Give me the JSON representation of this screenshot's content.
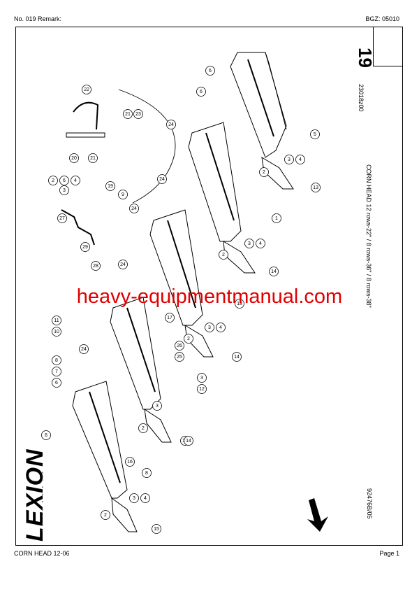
{
  "header": {
    "left": "No. 019   Remark:",
    "right": "BGZ: 05010"
  },
  "footer": {
    "left": "CORN HEAD 12-06",
    "right": "Page 1"
  },
  "sheet": {
    "number": "19",
    "title": "CORN HEAD 12 rows-22\" / 8 rows-36\" / 8 rows-38\"",
    "drawing_code": "23018z00",
    "reference": "92476B/05"
  },
  "brand": {
    "logo": "LEXION"
  },
  "watermark": {
    "text": "heavy-equipmentmanual.com",
    "color": "#e00000"
  },
  "callouts": [
    {
      "label": "22"
    },
    {
      "label": "21"
    },
    {
      "label": "23"
    },
    {
      "label": "20"
    },
    {
      "label": "21"
    },
    {
      "label": "19"
    },
    {
      "label": "9"
    },
    {
      "label": "2"
    },
    {
      "label": "6"
    },
    {
      "label": "4"
    },
    {
      "label": "3"
    },
    {
      "label": "27"
    },
    {
      "label": "29"
    },
    {
      "label": "28"
    },
    {
      "label": "24"
    },
    {
      "label": "24"
    },
    {
      "label": "24"
    },
    {
      "label": "24"
    },
    {
      "label": "24"
    },
    {
      "label": "6"
    },
    {
      "label": "6"
    },
    {
      "label": "5"
    },
    {
      "label": "3"
    },
    {
      "label": "4"
    },
    {
      "label": "2"
    },
    {
      "label": "13"
    },
    {
      "label": "1"
    },
    {
      "label": "3"
    },
    {
      "label": "4"
    },
    {
      "label": "2"
    },
    {
      "label": "14"
    },
    {
      "label": "18"
    },
    {
      "label": "3"
    },
    {
      "label": "4"
    },
    {
      "label": "2"
    },
    {
      "label": "14"
    },
    {
      "label": "11"
    },
    {
      "label": "10"
    },
    {
      "label": "17"
    },
    {
      "label": "26"
    },
    {
      "label": "25"
    },
    {
      "label": "3"
    },
    {
      "label": "12"
    },
    {
      "label": "14"
    },
    {
      "label": "8"
    },
    {
      "label": "7"
    },
    {
      "label": "6"
    },
    {
      "label": "6"
    },
    {
      "label": "3"
    },
    {
      "label": "2"
    },
    {
      "label": "14"
    },
    {
      "label": "16"
    },
    {
      "label": "8"
    },
    {
      "label": "3"
    },
    {
      "label": "4"
    },
    {
      "label": "2"
    },
    {
      "label": "15"
    }
  ]
}
